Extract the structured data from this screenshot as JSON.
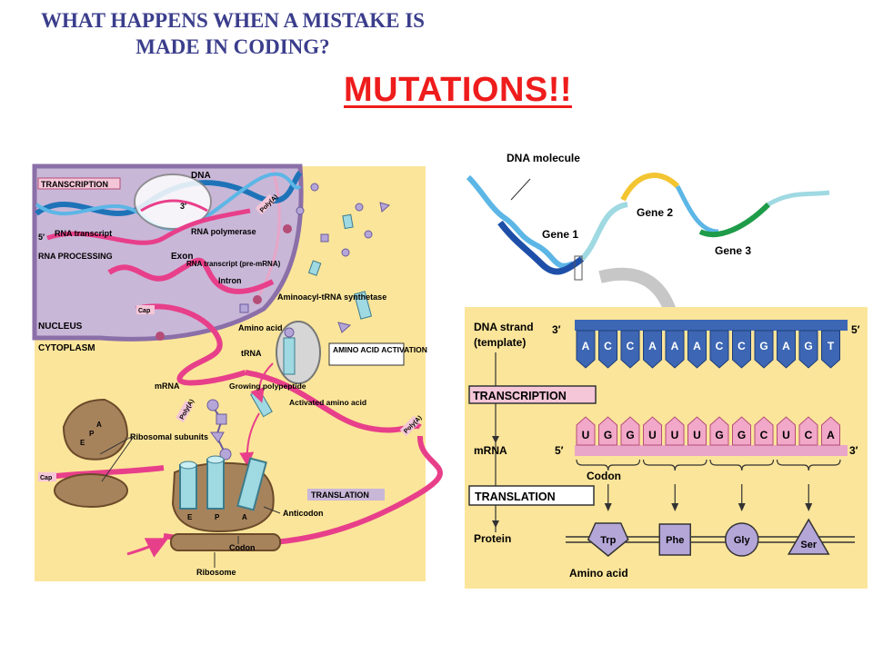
{
  "header": {
    "title_line1": "WHAT HAPPENS WHEN A MISTAKE IS",
    "title_line2": "MADE IN CODING?",
    "subtitle": "MUTATIONS!!"
  },
  "colors": {
    "title": "#3b3e8c",
    "subtitle": "#ee1c1c",
    "panel_bg": "#fbe59a",
    "nucleus": "#c9b7d8",
    "mrna_pink": "#e83f8a",
    "template_blue": "#3d67b4",
    "trna_cyan": "#9fd9e2",
    "ribosome_brown": "#a7835c",
    "amino_lavender": "#b5a6d8"
  },
  "left_figure": {
    "labels": {
      "transcription": "TRANSCRIPTION",
      "dna": "DNA",
      "three_prime": "3′",
      "five_prime": "5′",
      "poly_a": "Poly(A)",
      "rna_transcript": "RNA transcript",
      "rna_polymerase": "RNA polymerase",
      "rna_processing": "RNA PROCESSING",
      "exon": "Exon",
      "pre_mrna": "RNA transcript (pre-mRNA)",
      "intron": "Intron",
      "aminoacyl_trna": "Aminoacyl-tRNA synthetase",
      "cap": "Cap",
      "nucleus": "NUCLEUS",
      "cytoplasm": "CYTOPLASM",
      "amino_acid": "Amino acid",
      "trna": "tRNA",
      "amino_acid_activation": "AMINO ACID ACTIVATION",
      "mrna": "mRNA",
      "growing_polypeptide": "Growing polypeptide",
      "activated_amino_acid": "Activated amino acid",
      "ribosomal_subunits": "Ribosomal subunits",
      "translation": "TRANSLATION",
      "anticodon": "Anticodon",
      "codon": "Codon",
      "ribosome": "Ribosome",
      "site_e": "E",
      "site_p": "P",
      "site_a": "A"
    }
  },
  "right_top": {
    "labels": {
      "dna_molecule": "DNA molecule",
      "gene1": "Gene 1",
      "gene2": "Gene 2",
      "gene3": "Gene 3"
    }
  },
  "right_bottom": {
    "labels": {
      "dna_strand": "DNA strand",
      "template": "(template)",
      "three_prime": "3′",
      "five_prime": "5′",
      "transcription": "TRANSCRIPTION",
      "mrna": "mRNA",
      "codon": "Codon",
      "translation": "TRANSLATION",
      "protein": "Protein",
      "amino_acid": "Amino acid"
    },
    "dna_bases": [
      "A",
      "C",
      "C",
      "A",
      "A",
      "A",
      "C",
      "C",
      "G",
      "A",
      "G",
      "T"
    ],
    "mrna_bases": [
      "U",
      "G",
      "G",
      "U",
      "U",
      "U",
      "G",
      "G",
      "C",
      "U",
      "C",
      "A"
    ],
    "amino_acids": [
      "Trp",
      "Phe",
      "Gly",
      "Ser"
    ]
  }
}
